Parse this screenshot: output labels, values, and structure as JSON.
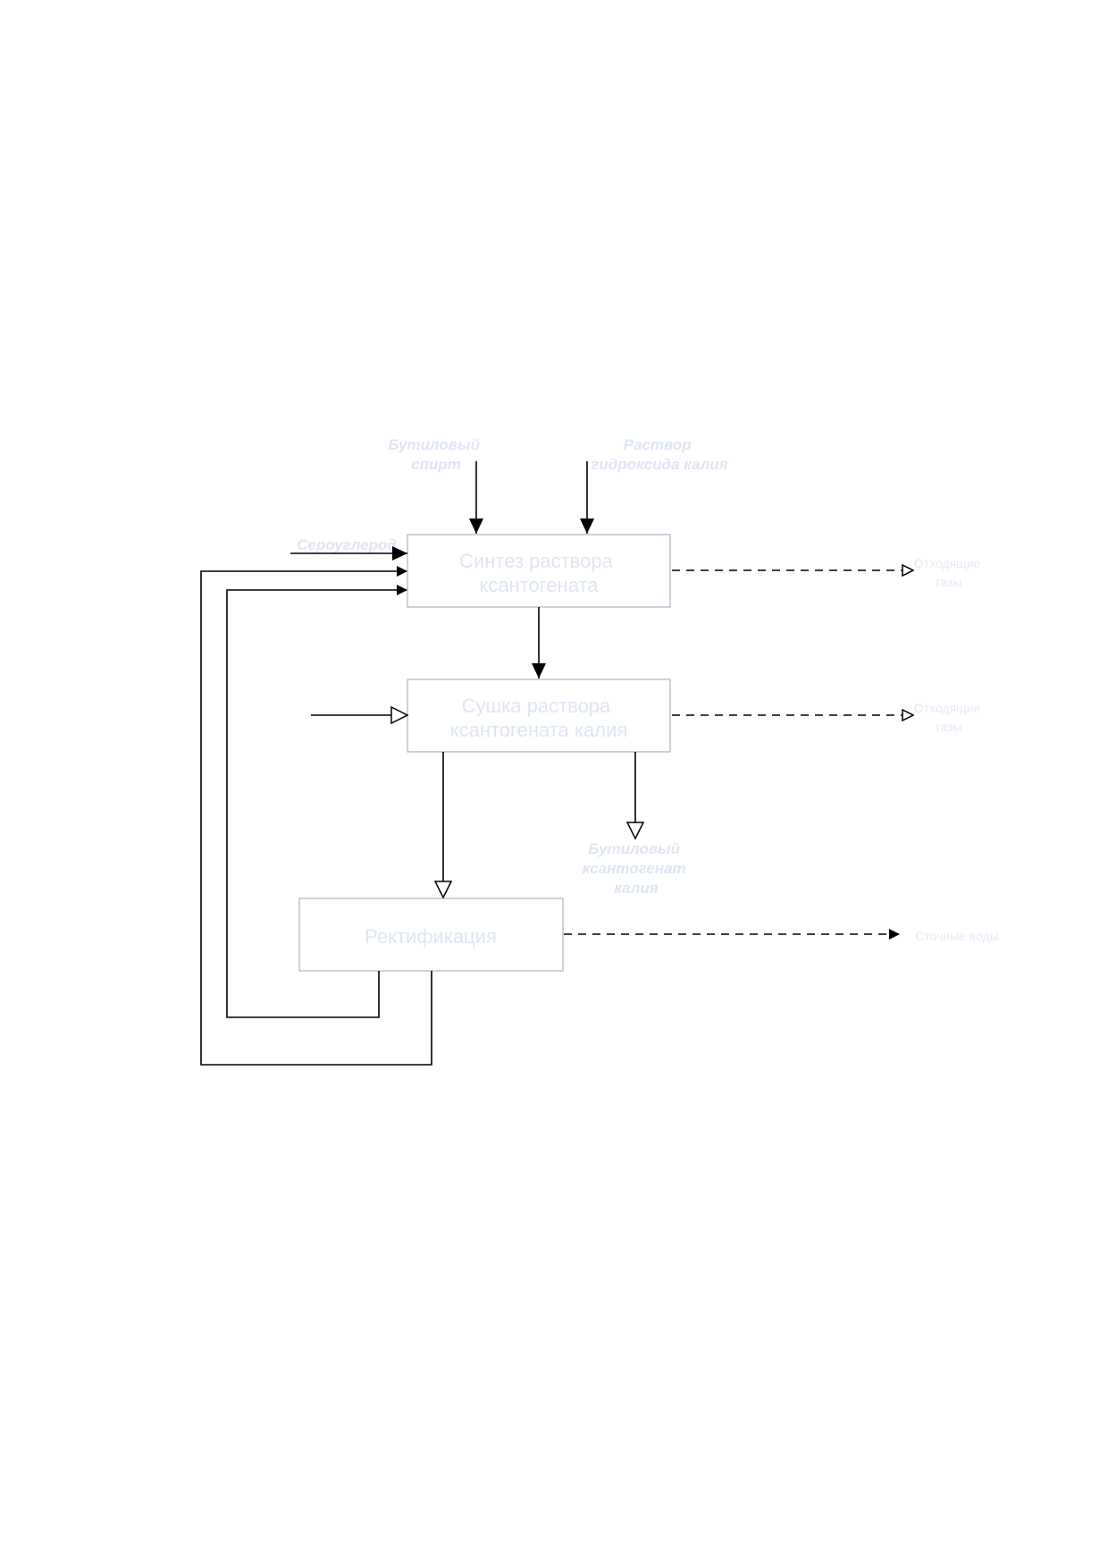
{
  "process_blocks": {
    "synthesis": [
      "Синтез раствора",
      "ксантогената"
    ],
    "drying": [
      "Сушка раствора",
      "ксантогената калия"
    ],
    "rectification": [
      "Ректификация"
    ]
  },
  "inputs": {
    "butyl_alcohol": [
      "Бутиловый",
      "спирт"
    ],
    "koh_solution": [
      "Раствор",
      "гидроксида калия"
    ],
    "carbon_disulfide": "Сероуглерод"
  },
  "outputs": {
    "synthesis_offgas": [
      "Отходящие",
      "газы"
    ],
    "drying_offgas": [
      "Отходящие",
      "газы"
    ],
    "product": [
      "Бутиловый",
      "ксантогенат",
      "калия"
    ],
    "wastewater": "Сточные воды"
  }
}
